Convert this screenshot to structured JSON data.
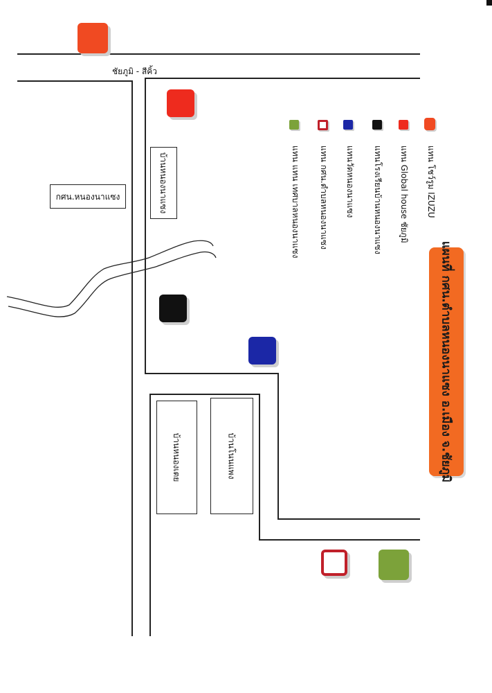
{
  "road_label": "ชัยภูมิ -  สีคิ้ว",
  "places": {
    "ban_nong_na_saeng": "บ้านหนองนาแซง",
    "kashn_nong_na_saeng": "กศน.หนองนาแซง",
    "ban_wang_toey": "บ้านหนองเตย",
    "ban_nong_phai": "บ้านโนนแพง"
  },
  "title": "แผนที่ กศน.ตำบลหนองนาแซง อ.เมือง จ.ชัยภูมิ",
  "legend": [
    {
      "icon": "isuzu-marker",
      "color": "#f04a22",
      "label": "แทน  โชว์รูม IZUZU"
    },
    {
      "icon": "global-house-marker",
      "color": "#ee2b1e",
      "label": "แทน Global house ชัยภูมิ"
    },
    {
      "icon": "school-marker",
      "color": "#111111",
      "label": "แทนโรงเรียนบ้านหนองนาแซง"
    },
    {
      "icon": "temple-marker",
      "color": "#1b27a6",
      "label": "แทนวัดหนองนาแซง"
    },
    {
      "icon": "kashn-marker",
      "color": "#c0202a",
      "label": "แทน กศน.ตำบลหนองนาแซง"
    },
    {
      "icon": "office-marker",
      "color": "#7ca23a",
      "label": "แทน  แทน  เทศบาลหนองนาแซง"
    }
  ],
  "colors": {
    "orange": "#f04a22",
    "red": "#ee2b1e",
    "black": "#111111",
    "blue": "#1b27a6",
    "crimson": "#c0202a",
    "green": "#7ca23a",
    "banner": "#f26a22"
  }
}
